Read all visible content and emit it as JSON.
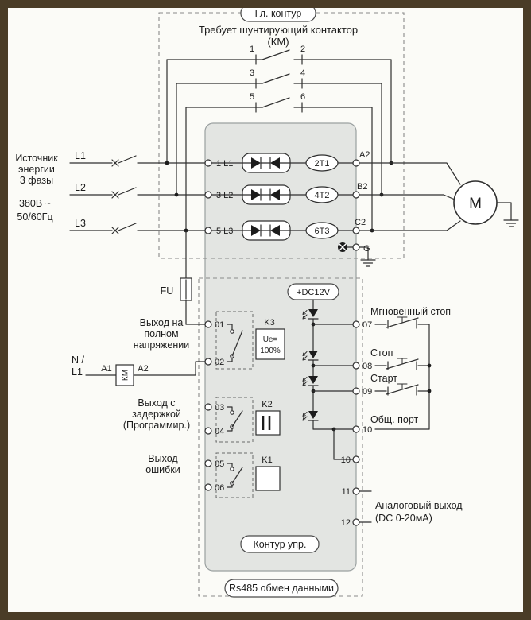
{
  "colors": {
    "frame": "#4a3c27",
    "canvas": "#fbfbf7",
    "device_body": "#e3e5e2",
    "line": "#2f2f2f",
    "dashed_border": "#8a8a8a"
  },
  "main_circuit": {
    "label": "Гл. контур",
    "note_line1": "Требует шунтирующий контактор",
    "note_line2": "(КМ)",
    "contact_numbers": [
      "1",
      "2",
      "3",
      "4",
      "5",
      "6"
    ]
  },
  "source": {
    "name_lines": [
      "Источник",
      "энергии",
      "3 фазы"
    ],
    "voltage_lines": [
      "380В ~",
      "50/60Гц"
    ],
    "phases": [
      "L1",
      "L2",
      "L3"
    ]
  },
  "starter": {
    "input_terminals": [
      "1 L1",
      "3 L2",
      "5 L3"
    ],
    "output_terminals": [
      "2T1",
      "4T2",
      "6T3"
    ],
    "output_points": [
      "A2",
      "B2",
      "C2"
    ],
    "ground_terminal": "G",
    "fuse_label": "FU",
    "dc_supply_label": "+DC12V",
    "control_circuit_label": "Контур упр.",
    "rs485_label": "Rs485 обмен данными"
  },
  "motor": {
    "label": "M"
  },
  "relay_outputs": {
    "full_voltage_lines": [
      "Выход на",
      "полном",
      "напряжении"
    ],
    "delayed_lines": [
      "Выход с",
      "задержкой",
      "(Программир.)"
    ],
    "error_lines": [
      "Выход",
      "ошибки"
    ],
    "terminals": [
      "01",
      "02",
      "03",
      "04",
      "05",
      "06"
    ],
    "relay_k3": "K3",
    "relay_k3_ue": "Ue=",
    "relay_k3_pct": "100%",
    "relay_k2": "K2",
    "relay_k1": "K1",
    "km_n": "N /",
    "km_l1": "L1",
    "km_a1": "A1",
    "km_coil": "КМ",
    "km_a2": "A2"
  },
  "digital_inputs": {
    "terminals": [
      "07",
      "08",
      "09",
      "10"
    ],
    "labels": [
      "Мгновенный стоп",
      "Стоп",
      "Старт",
      "Общ. порт"
    ]
  },
  "analog_output": {
    "terminals": [
      "10",
      "11",
      "12"
    ],
    "label_lines": [
      "Аналоговый выход",
      "(DC 0-20мА)"
    ]
  }
}
